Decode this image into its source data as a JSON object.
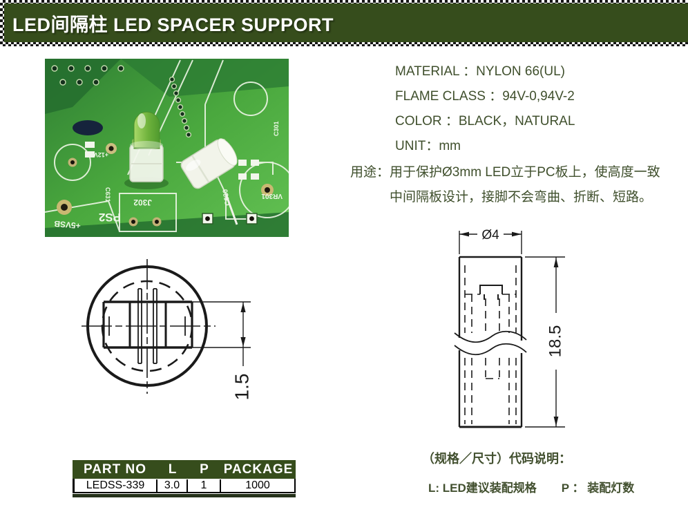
{
  "header": {
    "title": "LED间隔柱 LED SPACER SUPPORT"
  },
  "photo": {
    "labels": {
      "ps2": "PS2",
      "j302": "J302",
      "c630": "C630",
      "c631": "C631",
      "vr301": "VR301",
      "c301": "C301",
      "p5vsb": "+5VSB",
      "p12vc": "+12VC"
    }
  },
  "specs": {
    "lines": [
      "MATERIAL ：NYLON 66(UL)",
      "FLAME CLASS ：94V-0,94V-2",
      "COLOR ：BLACK，NATURAL",
      "UNIT：mm"
    ]
  },
  "usage": {
    "prefix": "用途：",
    "line1": "用于保护Ø3mm LED立于PC板上，使高度一致",
    "line2": "中间隔板设计，接脚不会弯曲、折断、短路。"
  },
  "drawings": {
    "top_view": {
      "dim_height": "1.5"
    },
    "side_view": {
      "dim_diameter": "Ø4",
      "dim_length": "18.5"
    }
  },
  "table": {
    "headers": [
      "PART NO",
      "L",
      "P",
      "PACKAGE"
    ],
    "rows": [
      [
        "LEDSS-339",
        "3.0",
        "1",
        "1000"
      ]
    ]
  },
  "notes": {
    "title": "（规格／尺寸）代码说明：",
    "item_l": "L: LED建议装配规格",
    "item_p": "P ： 装配灯数"
  },
  "colors": {
    "header_green": "#364d1c",
    "text_green": "#3f4f2c",
    "pcb_green": "#4aa83e"
  }
}
